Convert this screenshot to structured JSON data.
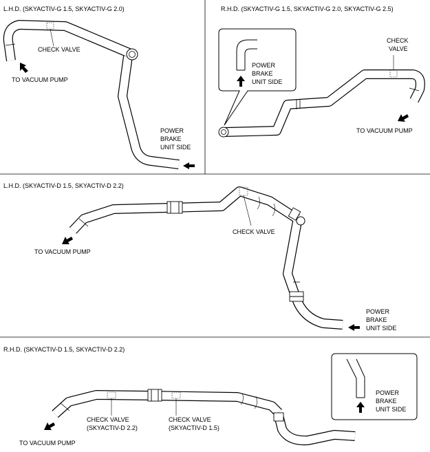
{
  "panels": {
    "lhd_g": {
      "title": "L.H.D. (SKYACTIV-G 1.5, SKYACTIV-G 2.0)",
      "check_valve": "CHECK VALVE",
      "to_vacuum_pump": "TO VACUUM PUMP",
      "power_brake": [
        "POWER",
        "BRAKE",
        "UNIT SIDE"
      ]
    },
    "rhd_g": {
      "title": "R.H.D. (SKYACTIV-G 1.5, SKYACTIV-G 2.0, SKYACTIV-G 2.5)",
      "check_valve": [
        "CHECK",
        "VALVE"
      ],
      "to_vacuum_pump": "TO VACUUM PUMP",
      "power_brake": [
        "POWER",
        "BRAKE",
        "UNIT SIDE"
      ]
    },
    "lhd_d": {
      "title": "L.H.D. (SKYACTIV-D 1.5, SKYACTIV-D 2.2)",
      "check_valve": "CHECK VALVE",
      "to_vacuum_pump": "TO VACUUM PUMP",
      "power_brake": [
        "POWER",
        "BRAKE",
        "UNIT SIDE"
      ]
    },
    "rhd_d": {
      "title": "R.H.D. (SKYACTIV-D 1.5, SKYACTIV-D 2.2)",
      "check_valve_a": [
        "CHECK VALVE",
        "(SKYACTIV-D 2.2)"
      ],
      "check_valve_b": [
        "CHECK VALVE",
        "(SKYACTIV-D 1.5)"
      ],
      "to_vacuum_pump": "TO VACUUM PUMP",
      "power_brake": [
        "POWER",
        "BRAKE",
        "UNIT SIDE"
      ]
    }
  }
}
